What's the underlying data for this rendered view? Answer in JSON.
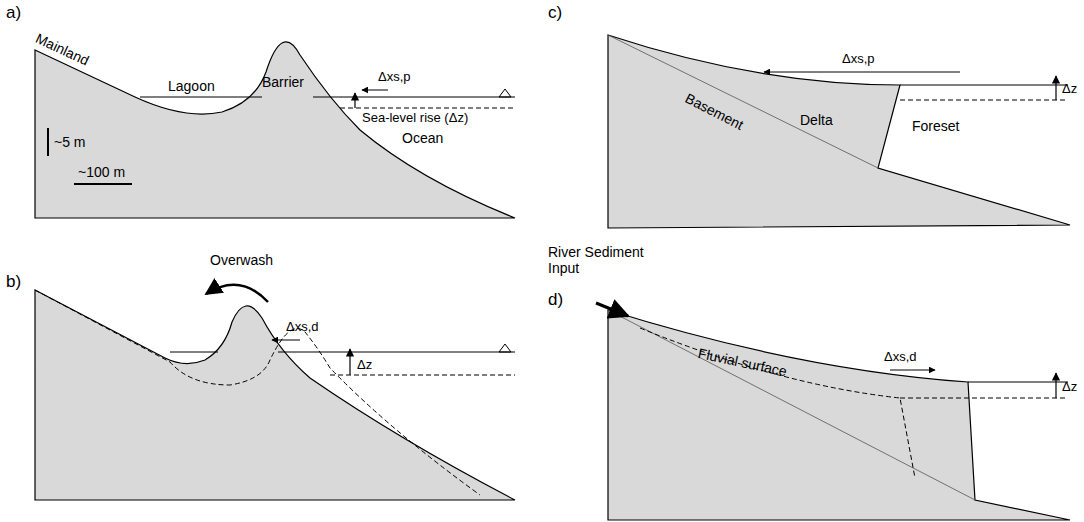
{
  "diagram": {
    "labels": [
      "a)",
      "Mainland",
      "Lagoon",
      "Barrier",
      "Δxs,p",
      "Sea-level rise (Δz)",
      "Ocean",
      "~5 m",
      "~100 m",
      "b)",
      "Overwash",
      "Δxs,d",
      "Δz",
      "c)",
      "Δxs,p",
      "Δz",
      "Basement",
      "Delta",
      "Foreset",
      "d)",
      "River Sediment Input",
      "Fluvial surface",
      "Δxs,d",
      "Δz"
    ]
  }
}
